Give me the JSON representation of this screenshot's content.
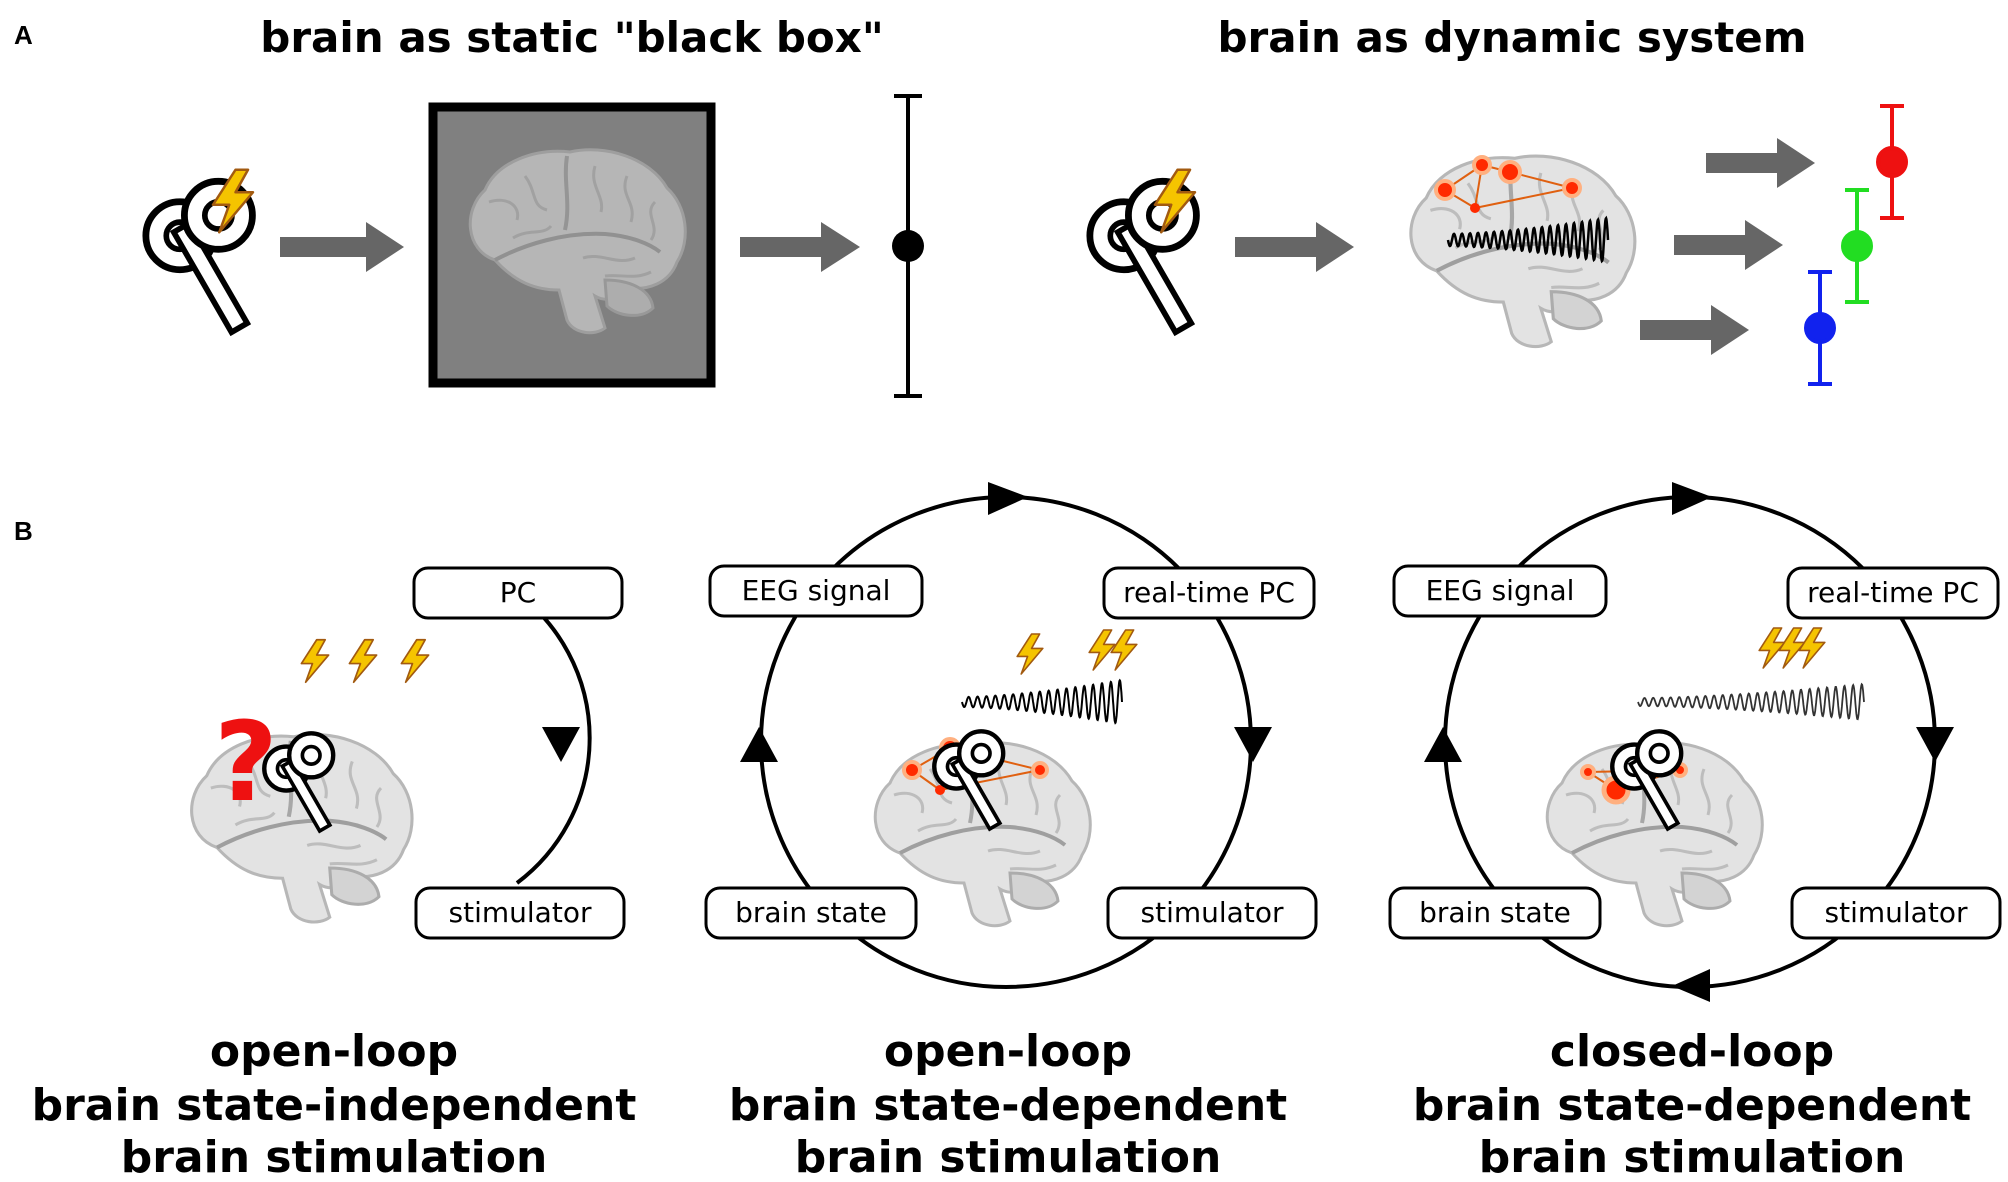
{
  "panel_a": {
    "letter": "A",
    "left_title": "brain as static \"black box\"",
    "right_title": "brain as dynamic system",
    "point_colors": [
      "#ee1111",
      "#22dd22",
      "#1122ee"
    ]
  },
  "panel_b": {
    "letter": "B",
    "col1": {
      "box_top": "PC",
      "box_bottom": "stimulator",
      "question": "?",
      "caption": [
        "open-loop",
        "brain state-independent",
        "brain stimulation"
      ]
    },
    "col2": {
      "box_top_left": "EEG signal",
      "box_top_right": "real-time PC",
      "box_bottom_left": "brain state",
      "box_bottom_right": "stimulator",
      "caption": [
        "open-loop",
        "brain state-dependent",
        "brain stimulation"
      ]
    },
    "col3": {
      "box_top_left": "EEG signal",
      "box_top_right": "real-time PC",
      "box_bottom_left": "brain state",
      "box_bottom_right": "stimulator",
      "caption": [
        "closed-loop",
        "brain state-dependent",
        "brain stimulation"
      ]
    }
  },
  "colors": {
    "arrow": "#666666",
    "bolt_fill": "#f5c400",
    "bolt_stroke": "#a25a10",
    "node": "#ff2a00",
    "edge": "#e06010",
    "black_box_fill": "#808080"
  }
}
